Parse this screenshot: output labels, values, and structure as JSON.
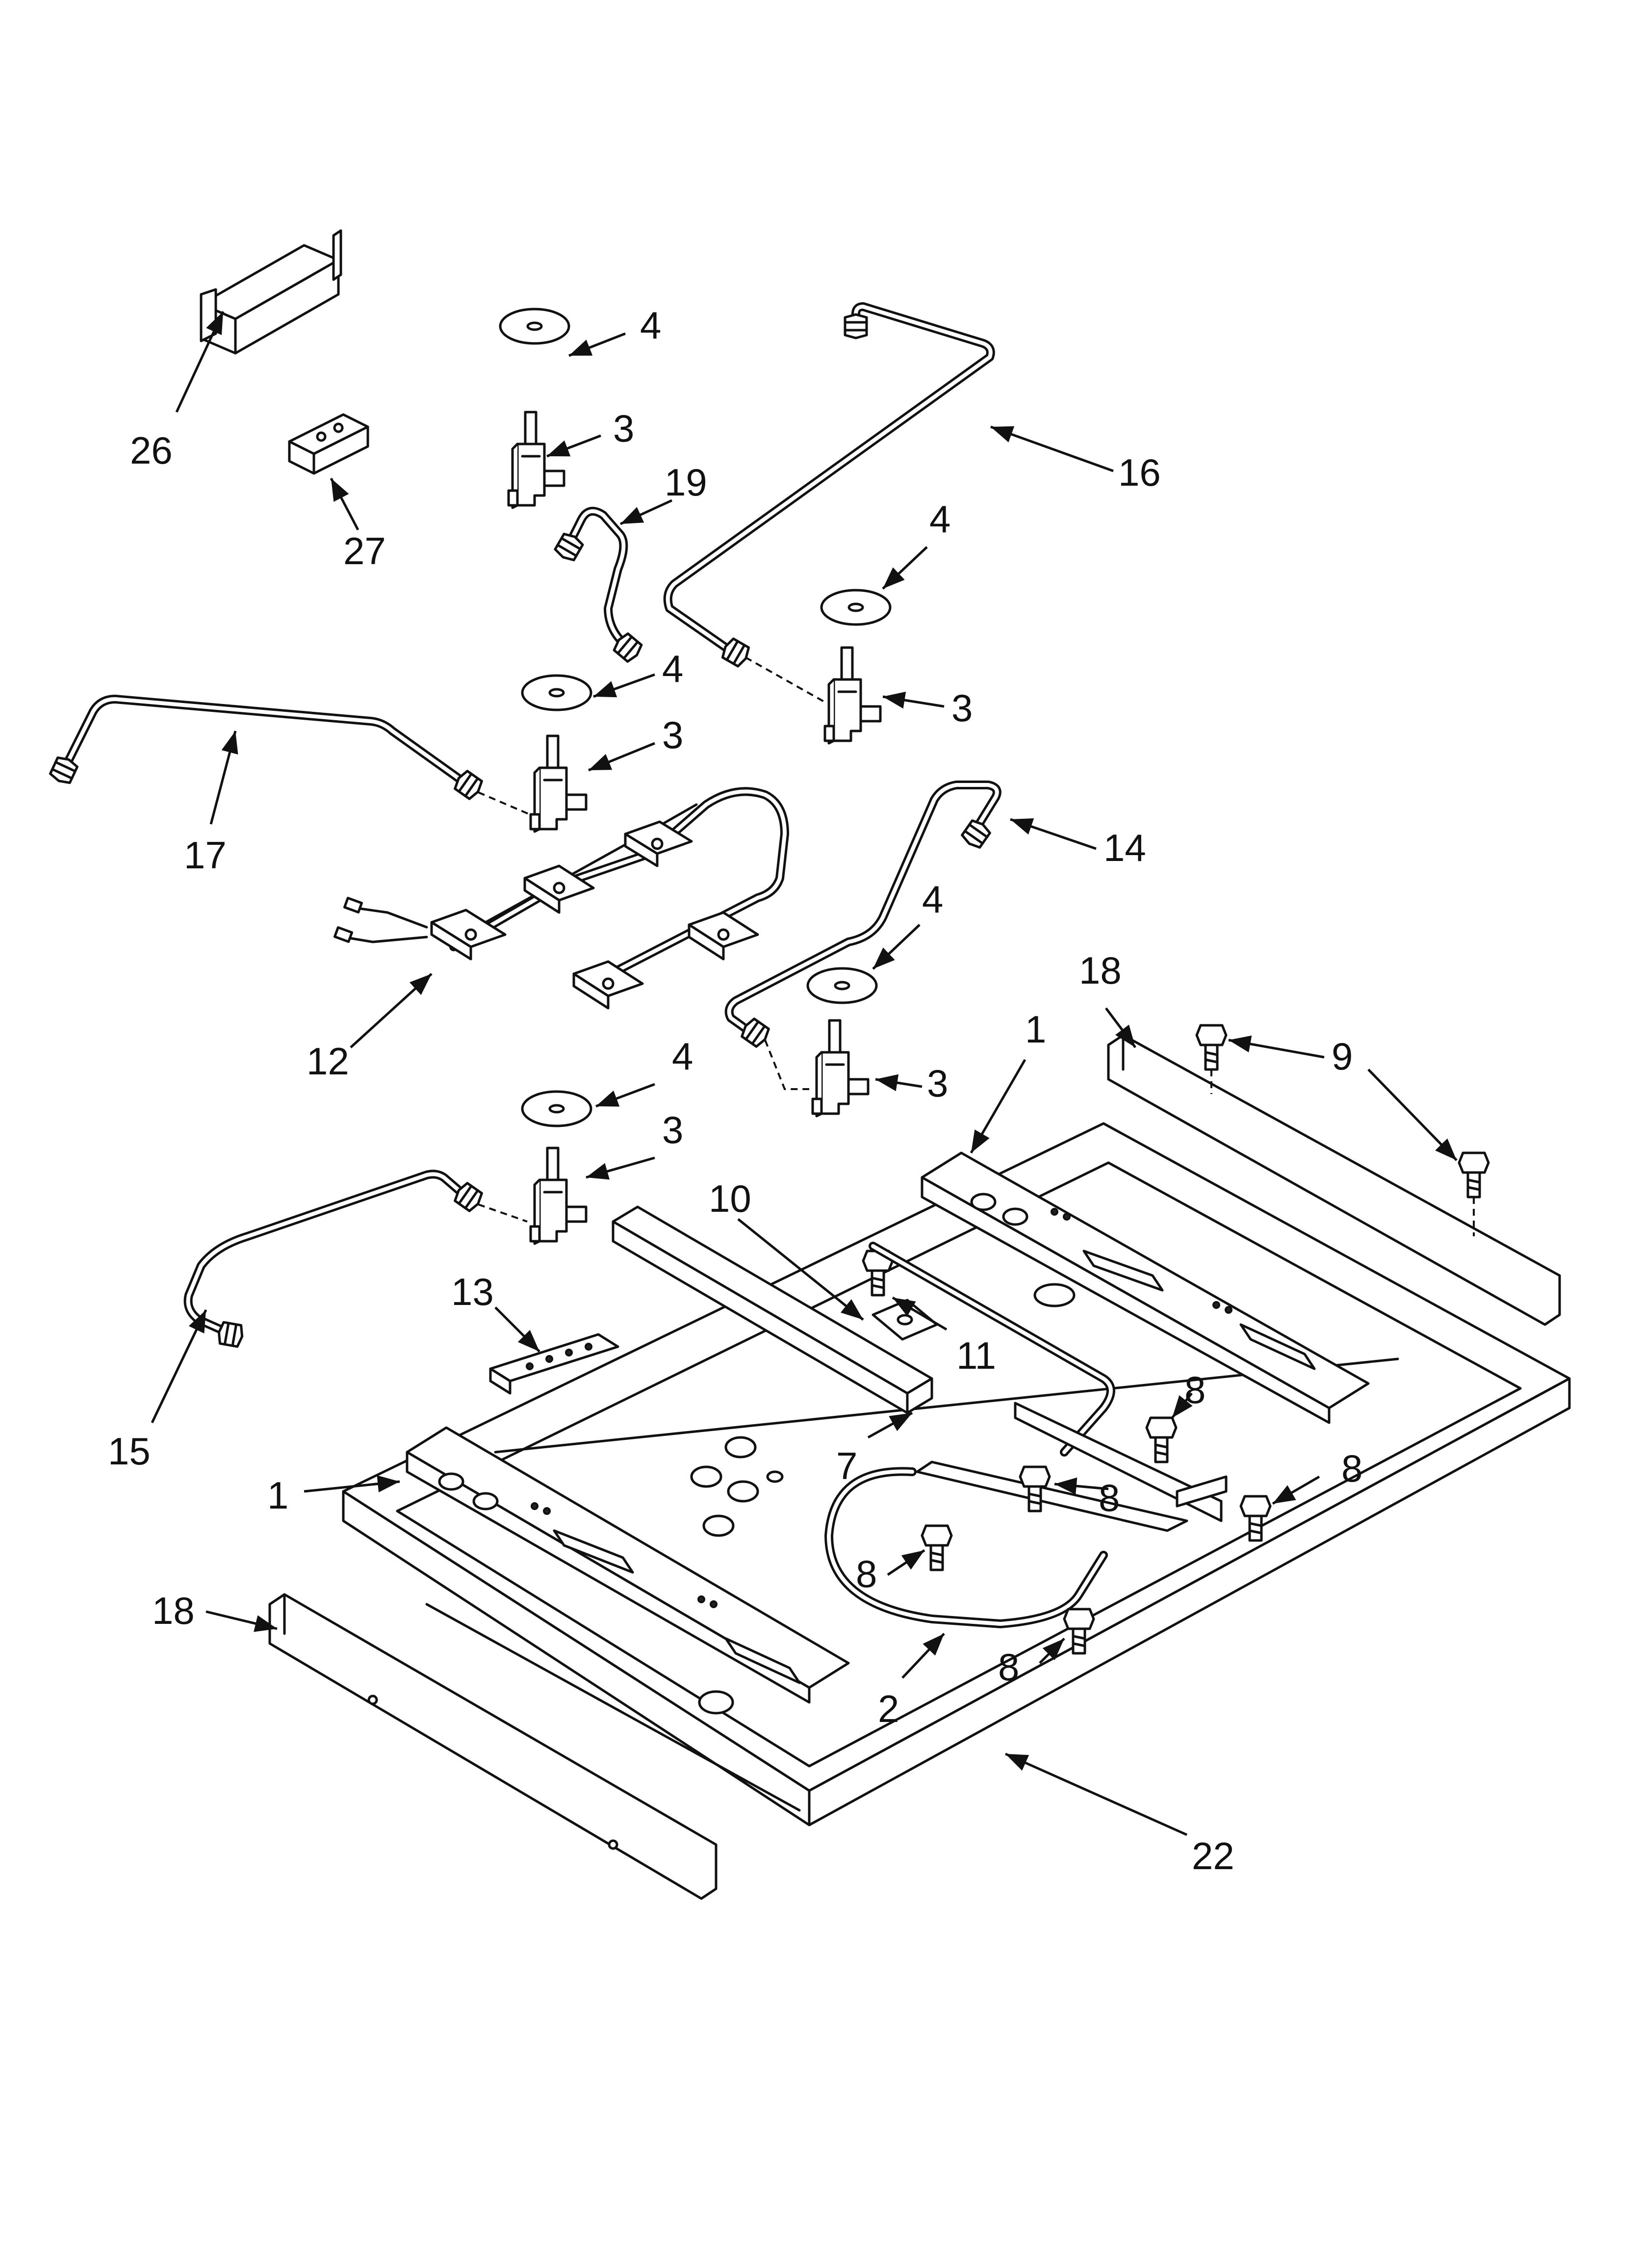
{
  "callouts": {
    "c26": "26",
    "c27": "27",
    "c4a": "4",
    "c3a": "3",
    "c19": "19",
    "c16": "16",
    "c4b": "4",
    "c3b": "3",
    "c4c": "4",
    "c3c": "3",
    "c17": "17",
    "c14": "14",
    "c4d": "4",
    "c3d": "3",
    "c12": "12",
    "c4e": "4",
    "c3e": "3",
    "c18a": "18",
    "c9": "9",
    "c1a": "1",
    "c10": "10",
    "c11": "11",
    "c13": "13",
    "c8a": "8",
    "c8b": "8",
    "c8c": "8",
    "c8d": "8",
    "c8e": "8",
    "c7": "7",
    "c15": "15",
    "c1b": "1",
    "c18b": "18",
    "c2": "2",
    "c22": "22"
  }
}
